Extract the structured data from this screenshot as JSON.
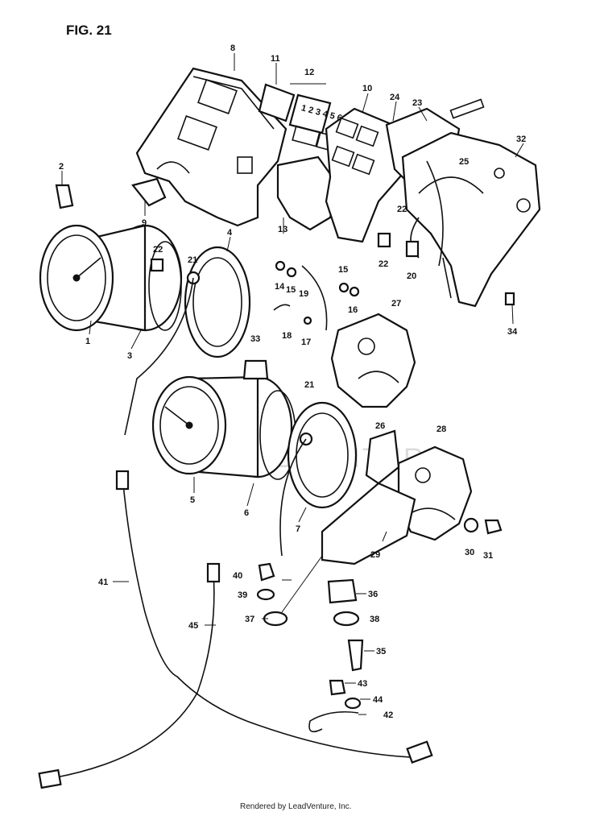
{
  "figure": {
    "title": "FIG. 21"
  },
  "footer": {
    "credit": "Rendered by LeadVenture, Inc."
  },
  "watermark": {
    "text": "LEADVENTURE"
  },
  "callouts": [
    {
      "id": "c1",
      "n": "1"
    },
    {
      "id": "c2",
      "n": "2"
    },
    {
      "id": "c3",
      "n": "3"
    },
    {
      "id": "c4",
      "n": "4"
    },
    {
      "id": "c5",
      "n": "5"
    },
    {
      "id": "c6",
      "n": "6"
    },
    {
      "id": "c7",
      "n": "7"
    },
    {
      "id": "c8",
      "n": "8"
    },
    {
      "id": "c9",
      "n": "9"
    },
    {
      "id": "c10",
      "n": "10"
    },
    {
      "id": "c11",
      "n": "11"
    },
    {
      "id": "c12",
      "n": "12"
    },
    {
      "id": "c13",
      "n": "13"
    },
    {
      "id": "c14",
      "n": "14"
    },
    {
      "id": "c15a",
      "n": "15"
    },
    {
      "id": "c15b",
      "n": "15"
    },
    {
      "id": "c16",
      "n": "16"
    },
    {
      "id": "c17",
      "n": "17"
    },
    {
      "id": "c18",
      "n": "18"
    },
    {
      "id": "c19",
      "n": "19"
    },
    {
      "id": "c20",
      "n": "20"
    },
    {
      "id": "c21a",
      "n": "21"
    },
    {
      "id": "c21b",
      "n": "21"
    },
    {
      "id": "c22a",
      "n": "22"
    },
    {
      "id": "c22b",
      "n": "22"
    },
    {
      "id": "c22c",
      "n": "22"
    },
    {
      "id": "c23",
      "n": "23"
    },
    {
      "id": "c24",
      "n": "24"
    },
    {
      "id": "c25",
      "n": "25"
    },
    {
      "id": "c26",
      "n": "26"
    },
    {
      "id": "c27",
      "n": "27"
    },
    {
      "id": "c28",
      "n": "28"
    },
    {
      "id": "c29",
      "n": "29"
    },
    {
      "id": "c30",
      "n": "30"
    },
    {
      "id": "c31",
      "n": "31"
    },
    {
      "id": "c32",
      "n": "32"
    },
    {
      "id": "c33",
      "n": "33"
    },
    {
      "id": "c34",
      "n": "34"
    },
    {
      "id": "c35",
      "n": "35"
    },
    {
      "id": "c36",
      "n": "36"
    },
    {
      "id": "c37",
      "n": "37"
    },
    {
      "id": "c38",
      "n": "38"
    },
    {
      "id": "c39",
      "n": "39"
    },
    {
      "id": "c40",
      "n": "40"
    },
    {
      "id": "c41",
      "n": "41"
    },
    {
      "id": "c42",
      "n": "42"
    },
    {
      "id": "c43",
      "n": "43"
    },
    {
      "id": "c44",
      "n": "44"
    },
    {
      "id": "c45",
      "n": "45"
    }
  ]
}
